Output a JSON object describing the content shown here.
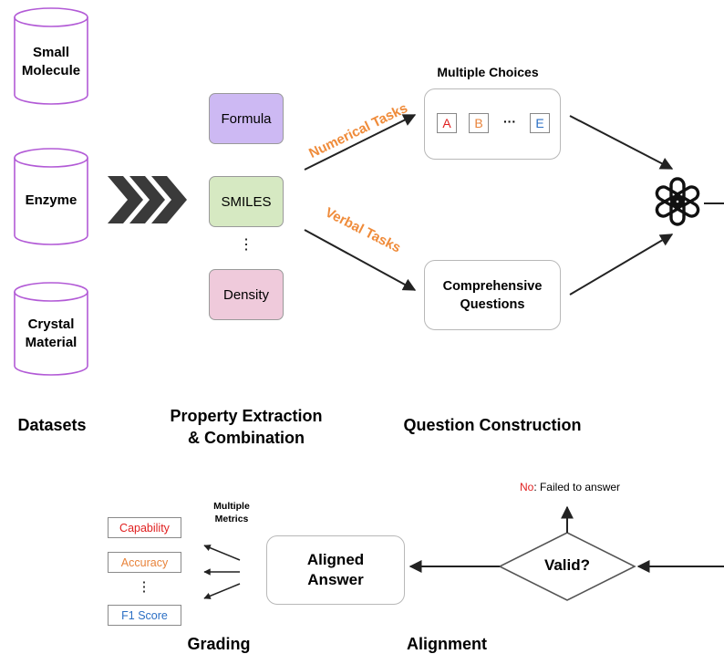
{
  "datasets": {
    "small_molecule": "Small\nMolecule",
    "enzyme": "Enzyme",
    "crystal_material": "Crystal\nMaterial",
    "label": "Datasets"
  },
  "properties": {
    "formula": "Formula",
    "smiles": "SMILES",
    "vdots": "⋮",
    "density": "Density",
    "label": "Property Extraction\n& Combination",
    "colors": {
      "formula": "#cdb9f3",
      "smiles": "#d6e9c2",
      "density": "#efcadb"
    }
  },
  "questions": {
    "multiple_choices": "Multiple Choices",
    "options": [
      "A",
      "B",
      "E"
    ],
    "option_colors": [
      "#e02020",
      "#e8833a",
      "#2b6fc4"
    ],
    "hdots": "···",
    "numerical_tasks": "Numerical Tasks",
    "verbal_tasks": "Verbal Tasks",
    "comprehensive": "Comprehensive\nQuestions",
    "label": "Question Construction",
    "task_color": "#ef8b3a"
  },
  "alignment": {
    "valid": "Valid?",
    "no": "No",
    "failed": ": Failed to answer",
    "aligned_answer": "Aligned\nAnswer",
    "label": "Alignment",
    "no_color": "#e02020"
  },
  "grading": {
    "multiple_metrics": "Multiple\nMetrics",
    "metrics": [
      {
        "text": "Capability",
        "color": "#e02020"
      },
      {
        "text": "Accuracy",
        "color": "#e8833a"
      },
      {
        "text": "F1 Score",
        "color": "#2b6fc4"
      }
    ],
    "vdots": "⋮",
    "label": "Grading"
  },
  "icons": [
    "cylinder-icon",
    "chevron-arrows-icon",
    "openai-logo-icon"
  ]
}
